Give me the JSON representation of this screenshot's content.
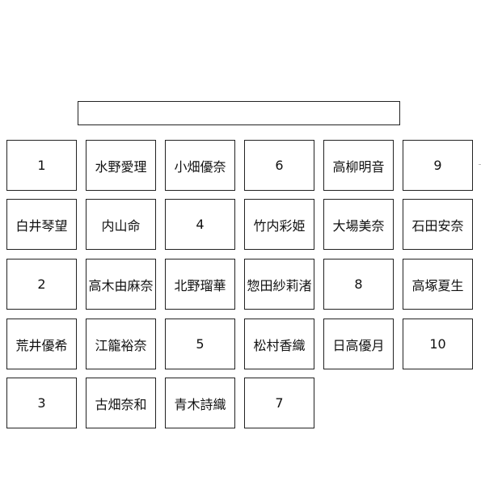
{
  "header": {
    "value": ""
  },
  "seats": [
    [
      "1",
      "水野愛理",
      "小畑優奈",
      "6",
      "高柳明音",
      "9"
    ],
    [
      "白井琴望",
      "内山命",
      "4",
      "竹内彩姫",
      "大場美奈",
      "石田安奈"
    ],
    [
      "2",
      "高木由麻奈",
      "北野瑠華",
      "惣田紗莉渚",
      "8",
      "高塚夏生"
    ],
    [
      "荒井優希",
      "江籠裕奈",
      "5",
      "松村香織",
      "日高優月",
      "10"
    ],
    [
      "3",
      "古畑奈和",
      "青木詩織",
      "7"
    ]
  ]
}
